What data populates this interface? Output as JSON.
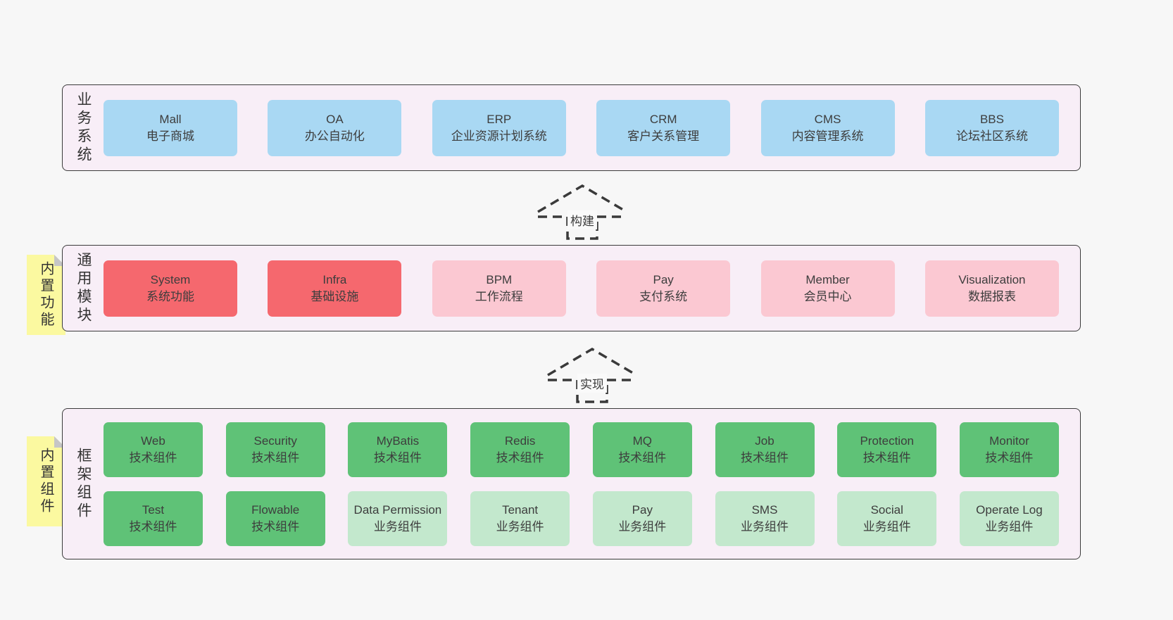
{
  "colors": {
    "page_bg": "#f7f7f7",
    "layer_bg": "#f8eef7",
    "layer_border": "#3b3b3b",
    "box_blue": "#a9d8f3",
    "box_red": "#f5686e",
    "box_pink": "#fbc8d2",
    "box_green": "#5fc277",
    "box_light_green": "#c3e8cd",
    "note_yellow": "#fbf9a0",
    "note_fold_gray": "#c6c6c6",
    "text": "#3d3d3d"
  },
  "layers": [
    {
      "label": "业务系统",
      "boxes": [
        {
          "en": "Mall",
          "zh": "电子商城"
        },
        {
          "en": "OA",
          "zh": "办公自动化"
        },
        {
          "en": "ERP",
          "zh": "企业资源计划系统"
        },
        {
          "en": "CRM",
          "zh": "客户关系管理"
        },
        {
          "en": "CMS",
          "zh": "内容管理系统"
        },
        {
          "en": "BBS",
          "zh": "论坛社区系统"
        }
      ]
    },
    {
      "label": "通用模块",
      "note": "内置功能",
      "boxes": [
        {
          "en": "System",
          "zh": "系统功能"
        },
        {
          "en": "Infra",
          "zh": "基础设施"
        },
        {
          "en": "BPM",
          "zh": "工作流程"
        },
        {
          "en": "Pay",
          "zh": "支付系统"
        },
        {
          "en": "Member",
          "zh": "会员中心"
        },
        {
          "en": "Visualization",
          "zh": "数据报表"
        }
      ]
    },
    {
      "label": "框架组件",
      "note": "内置组件",
      "row1": [
        {
          "en": "Web",
          "zh": "技术组件"
        },
        {
          "en": "Security",
          "zh": "技术组件"
        },
        {
          "en": "MyBatis",
          "zh": "技术组件"
        },
        {
          "en": "Redis",
          "zh": "技术组件"
        },
        {
          "en": "MQ",
          "zh": "技术组件"
        },
        {
          "en": "Job",
          "zh": "技术组件"
        },
        {
          "en": "Protection",
          "zh": "技术组件"
        },
        {
          "en": "Monitor",
          "zh": "技术组件"
        }
      ],
      "row2": [
        {
          "en": "Test",
          "zh": "技术组件"
        },
        {
          "en": "Flowable",
          "zh": "技术组件"
        },
        {
          "en": "Data Permission",
          "zh": "业务组件"
        },
        {
          "en": "Tenant",
          "zh": "业务组件"
        },
        {
          "en": "Pay",
          "zh": "业务组件"
        },
        {
          "en": "SMS",
          "zh": "业务组件"
        },
        {
          "en": "Social",
          "zh": "业务组件"
        },
        {
          "en": "Operate Log",
          "zh": "业务组件"
        }
      ]
    }
  ],
  "arrows": [
    {
      "label": "构建"
    },
    {
      "label": "实现"
    }
  ]
}
